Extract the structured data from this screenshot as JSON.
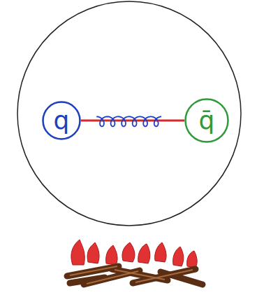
{
  "diagram": {
    "nodes": [
      {
        "text": [
          "q"
        ]
      },
      {
        "text": [
          "q̄"
        ]
      }
    ],
    "edges": [
      {
        "from": 0,
        "to": 1,
        "arrow": "none"
      }
    ]
  }
}
